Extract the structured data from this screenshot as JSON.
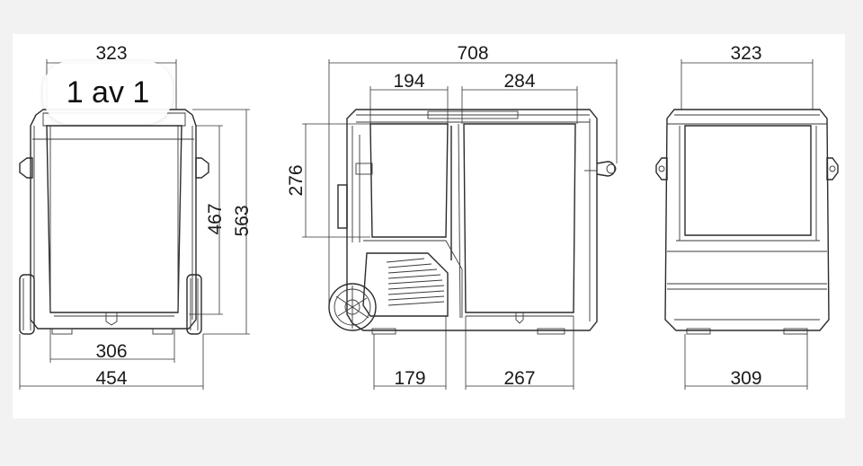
{
  "badge": {
    "text": "1 av 1"
  },
  "views": {
    "front": {
      "top_width": "323",
      "height_inner": "467",
      "height_total": "563",
      "bottom_inner": "306",
      "bottom_total": "454"
    },
    "side": {
      "total_length": "708",
      "left_compartment": "194",
      "right_compartment": "284",
      "left_depth": "276",
      "bottom_left": "179",
      "bottom_right": "267"
    },
    "back": {
      "top_width": "323",
      "bottom_width": "309"
    }
  },
  "colors": {
    "line": "#2b2b2b",
    "background": "#ffffff",
    "page": "#f2f2f2"
  }
}
